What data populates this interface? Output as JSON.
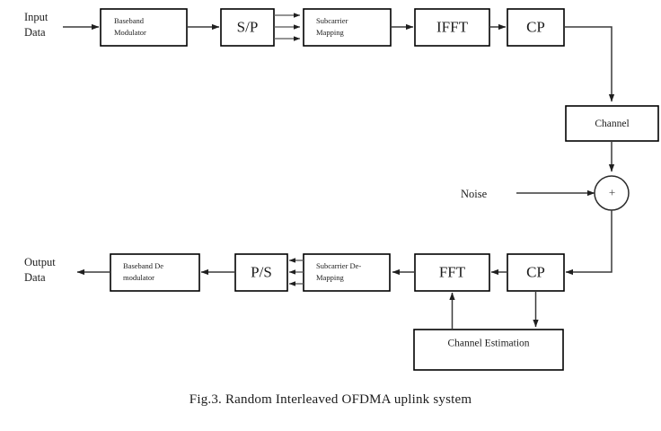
{
  "figure": {
    "caption": "Fig.3. Random Interleaved OFDMA uplink system",
    "background_color": "#ffffff",
    "line_color": "#3a3a3a",
    "box_border_color": "#000000",
    "text_color": "#1c1c1c"
  },
  "transmitter": {
    "input_label_line1": "Input",
    "input_label_line2": "Data",
    "blocks": [
      {
        "id": "baseband-modulator",
        "line1": "Baseband",
        "line2": "Modulator",
        "style": "small"
      },
      {
        "id": "serial-to-parallel",
        "line1": "S/P",
        "line2": "",
        "style": "big"
      },
      {
        "id": "subcarrier-mapping",
        "line1": "Subcarrier",
        "line2": "Mapping",
        "style": "small"
      },
      {
        "id": "ifft",
        "line1": "IFFT",
        "line2": "",
        "style": "big"
      },
      {
        "id": "cyclic-prefix-add",
        "line1": "CP",
        "line2": "",
        "style": "big"
      }
    ],
    "parallel_branch_count": 3
  },
  "channel_path": {
    "channel_block": {
      "id": "channel",
      "label": "Channel"
    },
    "noise_label": "Noise",
    "adder": {
      "id": "summing-junction",
      "symbol": "+"
    }
  },
  "receiver": {
    "output_label_line1": "Output",
    "output_label_line2": "Data",
    "blocks": [
      {
        "id": "cyclic-prefix-remove",
        "line1": "CP",
        "line2": "",
        "style": "big"
      },
      {
        "id": "fft",
        "line1": "FFT",
        "line2": "",
        "style": "big"
      },
      {
        "id": "subcarrier-demapping",
        "line1": "Subcarrier De-",
        "line2": "Mapping",
        "style": "small"
      },
      {
        "id": "parallel-to-serial",
        "line1": "P/S",
        "line2": "",
        "style": "big"
      },
      {
        "id": "baseband-demodulator",
        "line1": "Baseband De",
        "line2": "modulator",
        "style": "small"
      }
    ],
    "parallel_branch_count": 3,
    "channel_estimation": {
      "id": "channel-estimation",
      "label": "Channel Estimation"
    }
  }
}
